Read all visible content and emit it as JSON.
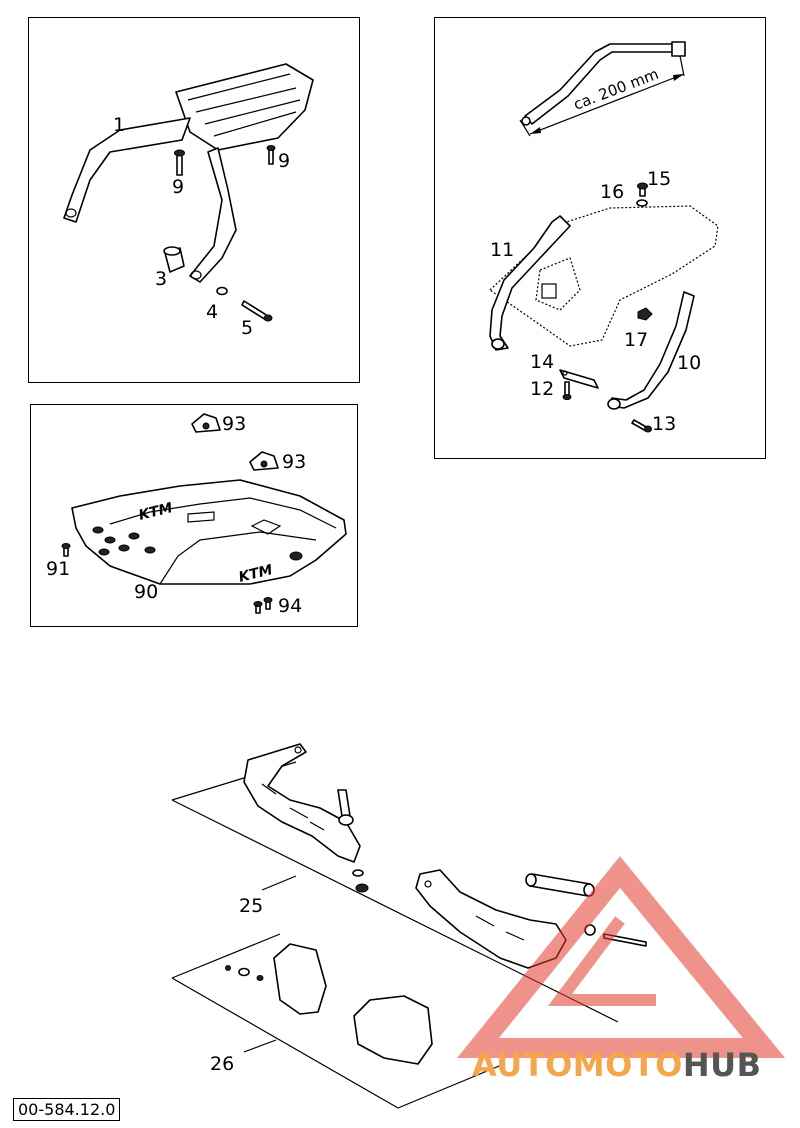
{
  "callouts": {
    "p1": "1",
    "p3": "3",
    "p4": "4",
    "p5": "5",
    "p9a": "9",
    "p9b": "9",
    "p10": "10",
    "p11": "11",
    "p12": "12",
    "p13": "13",
    "p14": "14",
    "p15": "15",
    "p16": "16",
    "p17": "17",
    "p25": "25",
    "p26": "26",
    "p90": "90",
    "p91": "91",
    "p93a": "93",
    "p93b": "93",
    "p94": "94"
  },
  "dimension": "ca. 200 mm",
  "reference": "00-584.12.0",
  "watermark": {
    "part1": "AUTOMOTO",
    "part2": "HUB",
    "color1": "#f4a64a",
    "color2": "#555555",
    "triangle_color": "#e33a2a"
  }
}
